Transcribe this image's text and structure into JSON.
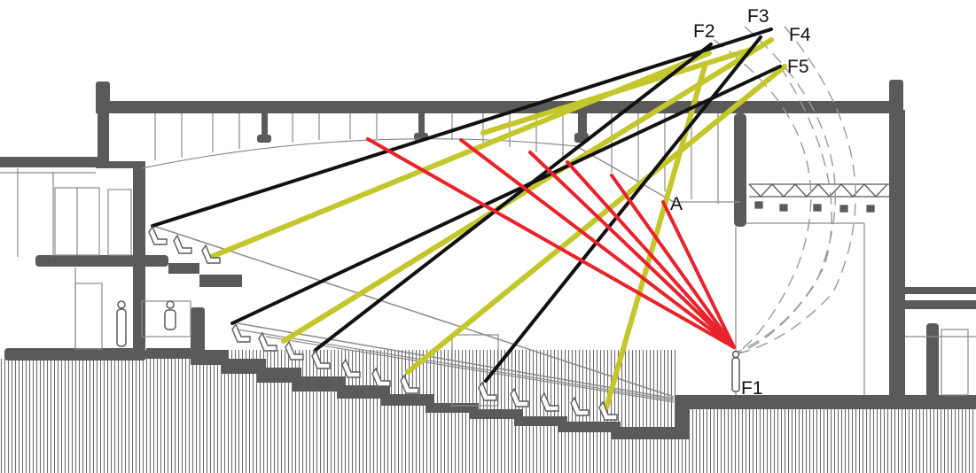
{
  "labels": {
    "F1": "F1",
    "F2": "F2",
    "F3": "F3",
    "F4": "F4",
    "F5": "F5",
    "A": "A"
  },
  "colors": {
    "structure": "#5a5a5a",
    "thin_line": "#8a8a8a",
    "reflection_ray": "#e8232b",
    "source_ray_black": "#111111",
    "source_ray_yellow": "#c4c72c",
    "hatch": "#6c6c6c",
    "background": "#ffffff"
  }
}
